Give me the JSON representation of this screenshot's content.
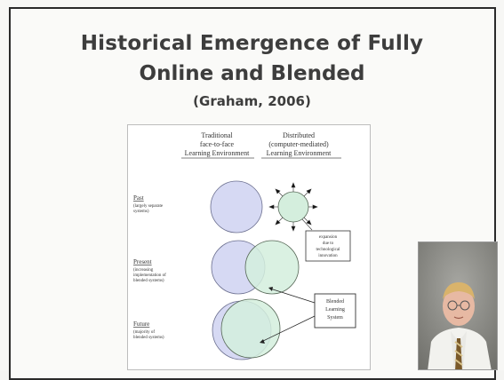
{
  "slide": {
    "title_line1": "Historical Emergence of Fully",
    "title_line2": "Online and Blended",
    "citation": "(Graham, 2006)"
  },
  "figure": {
    "col_traditional": [
      "Traditional",
      "face-to-face",
      "Learning Environment"
    ],
    "col_distributed": [
      "Distributed",
      "(computer-mediated)",
      "Learning Environment"
    ],
    "past": {
      "label": "Past",
      "desc": [
        "(largely separate",
        "systems)"
      ]
    },
    "present": {
      "label": "Present",
      "desc": [
        "(increasing",
        "implementation of",
        "blended systems)"
      ]
    },
    "future": {
      "label": "Future",
      "desc": [
        "(majority of",
        "blended systems)"
      ]
    },
    "expansion_note": [
      "expansion",
      "due to",
      "technological",
      "innovation"
    ],
    "blended_note": [
      "Blended",
      "Learning",
      "System"
    ]
  },
  "colors": {
    "title": "#3d3d3d",
    "traditional_fill": "#d6d9f3",
    "distributed_fill": "#d4eedd"
  }
}
